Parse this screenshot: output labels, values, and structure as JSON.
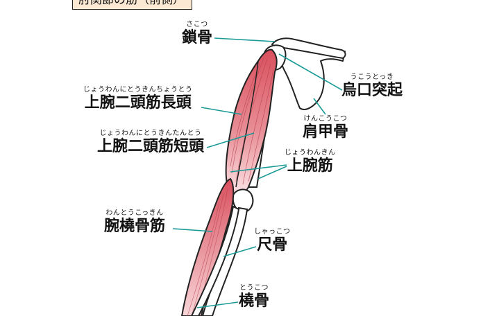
{
  "header": {
    "title": "肘関節の筋（前側）"
  },
  "labels": {
    "clavicle": {
      "reading": "さこつ",
      "text": "鎖骨"
    },
    "coracoid": {
      "reading": "うこうとっき",
      "text": "烏口突起"
    },
    "biceps_long": {
      "reading": "じょうわんにとうきんちょうとう",
      "text": "上腕二頭筋長頭"
    },
    "scapula": {
      "reading": "けんこうこつ",
      "text": "肩甲骨"
    },
    "biceps_short": {
      "reading": "じょうわんにとうきんたんとう",
      "text": "上腕二頭筋短頭"
    },
    "biceps": {
      "reading": "じょうわんきん",
      "text": "上腕筋"
    },
    "brachioradialis": {
      "reading": "わんとうこっきん",
      "text": "腕橈骨筋"
    },
    "ulna": {
      "reading": "しゃっこつ",
      "text": "尺骨"
    },
    "radius": {
      "reading": "とうこつ",
      "text": "橈骨"
    }
  },
  "colors": {
    "leader": "#1a9a96",
    "muscle": "#dc5e68",
    "muscle_light": "#f6cfd2",
    "bone": "#ffffff",
    "title_bg": "#fbe9d3"
  }
}
